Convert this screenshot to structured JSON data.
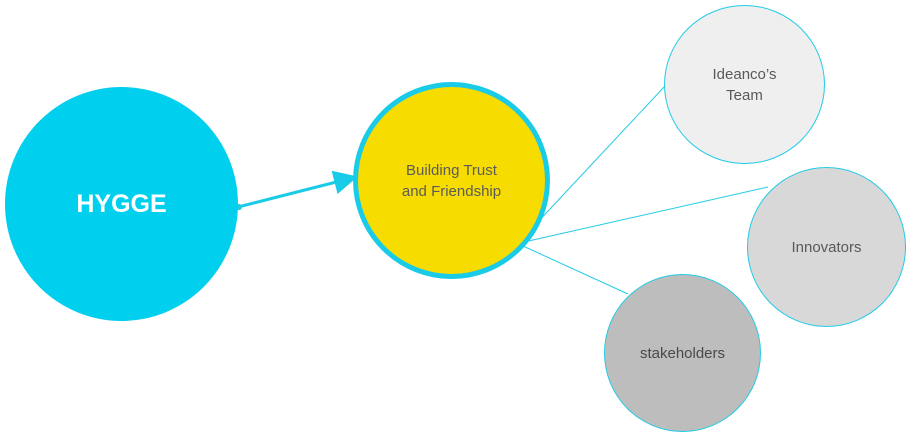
{
  "nodes": {
    "hygge": {
      "label": "HYGGE"
    },
    "trust": {
      "label": "Building Trust\nand Friendship"
    },
    "team": {
      "label": "Ideanco’s\nTeam"
    },
    "innovators": {
      "label": "Innovators"
    },
    "stakeholders": {
      "label": "stakeholders"
    }
  },
  "colors": {
    "accent_cyan": "#00d0ee",
    "trust_fill": "#f7dc00",
    "team_fill": "#efefef",
    "innovators_fill": "#d8d8d8",
    "stakeholders_fill": "#bdbdbd"
  }
}
